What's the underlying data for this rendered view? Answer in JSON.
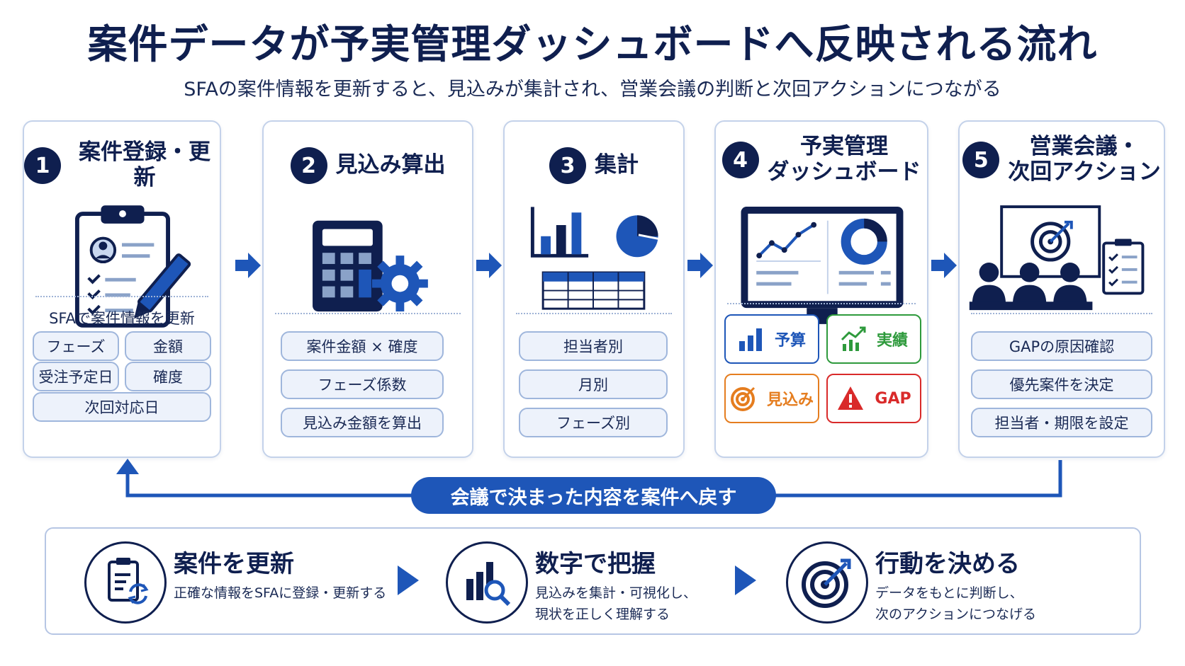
{
  "title": "案件データが予実管理ダッシュボードへ反映される流れ",
  "subtitle": "SFAの案件情報を更新すると、見込みが集計され、営業会議の判断と次回アクションにつながる",
  "steps": [
    {
      "number": "1",
      "title": "案件登録・更新",
      "icon": "clipboard-edit-icon",
      "label": "SFAで案件情報を更新",
      "items": [
        "フェーズ",
        "金額",
        "受注予定日",
        "確度",
        "次回対応日"
      ]
    },
    {
      "number": "2",
      "title": "見込み算出",
      "icon": "calculator-gear-icon",
      "items": [
        "案件金額 × 確度",
        "フェーズ係数",
        "見込み金額を算出"
      ]
    },
    {
      "number": "3",
      "title": "集計",
      "icon": "charts-table-icon",
      "items": [
        "担当者別",
        "月別",
        "フェーズ別"
      ]
    },
    {
      "number": "4",
      "title_line1": "予実管理",
      "title_line2": "ダッシュボード",
      "icon": "monitor-dashboard-icon",
      "metrics": [
        {
          "label": "予算",
          "icon": "bar-chart-icon",
          "color": "#1e56b8"
        },
        {
          "label": "実績",
          "icon": "trend-up-icon",
          "color": "#2e9a3c"
        },
        {
          "label": "見込み",
          "icon": "target-icon",
          "color": "#e57d1f"
        },
        {
          "label": "GAP",
          "icon": "warning-icon",
          "color": "#d92a2a"
        }
      ]
    },
    {
      "number": "5",
      "title_line1": "営業会議・",
      "title_line2": "次回アクション",
      "icon": "meeting-target-icon",
      "items": [
        "GAPの原因確認",
        "優先案件を決定",
        "担当者・期限を設定"
      ]
    }
  ],
  "loop_label": "会議で決まった内容を案件へ戻す",
  "summary": [
    {
      "title": "案件を更新",
      "desc_lines": [
        "正確な情報をSFAに登録・更新する"
      ],
      "icon": "clipboard-refresh-icon"
    },
    {
      "title": "数字で把握",
      "desc_lines": [
        "見込みを集計・可視化し、",
        "現状を正しく理解する"
      ],
      "icon": "chart-magnifier-icon"
    },
    {
      "title": "行動を決める",
      "desc_lines": [
        "データをもとに判断し、",
        "次のアクションにつなげる"
      ],
      "icon": "target-arrow-icon"
    }
  ],
  "colors": {
    "navy": "#0f1f4f",
    "accent": "#1e56b8",
    "pill_bg": "#edf2fb",
    "pill_border": "#9fb6dc"
  }
}
